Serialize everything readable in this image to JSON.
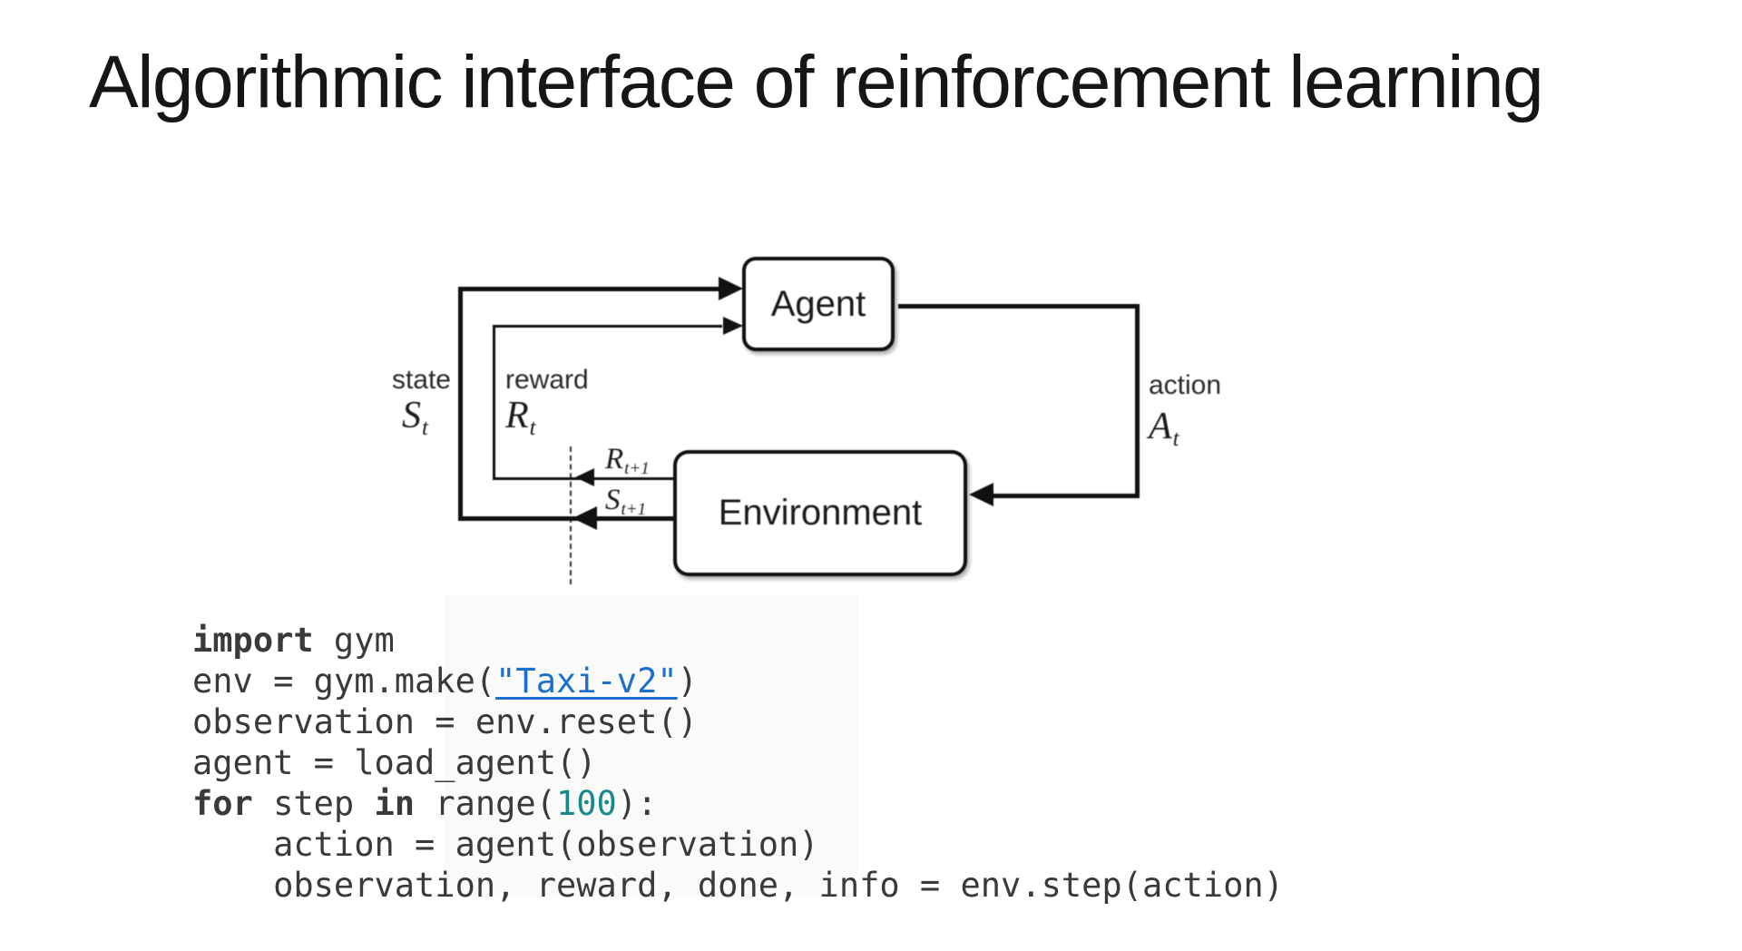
{
  "slide": {
    "title": "Algorithmic interface of reinforcement learning"
  },
  "diagram": {
    "agent_label": "Agent",
    "environment_label": "Environment",
    "labels": {
      "state": "state",
      "reward": "reward",
      "action": "action"
    },
    "symbols": {
      "state": {
        "base": "S",
        "sub": "t"
      },
      "reward": {
        "base": "R",
        "sub": "t"
      },
      "action": {
        "base": "A",
        "sub": "t"
      },
      "next_reward": {
        "base": "R",
        "sub": "t+1"
      },
      "next_state": {
        "base": "S",
        "sub": "t+1"
      }
    }
  },
  "code": {
    "lines": [
      [
        {
          "t": "import",
          "s": "kw"
        },
        {
          "t": " gym",
          "s": "p"
        }
      ],
      [
        {
          "t": "env = gym.make(",
          "s": "p"
        },
        {
          "t": "\"Taxi-v2\"",
          "s": "link"
        },
        {
          "t": ")",
          "s": "p"
        }
      ],
      [
        {
          "t": "observation = env.reset()",
          "s": "p"
        }
      ],
      [
        {
          "t": "agent = load_agent()",
          "s": "p"
        }
      ],
      [
        {
          "t": "for",
          "s": "kw"
        },
        {
          "t": " step ",
          "s": "p"
        },
        {
          "t": "in",
          "s": "kw"
        },
        {
          "t": " range(",
          "s": "p"
        },
        {
          "t": "100",
          "s": "num"
        },
        {
          "t": "):",
          "s": "p"
        }
      ],
      [
        {
          "t": "    action = agent(observation)",
          "s": "p"
        }
      ],
      [
        {
          "t": "    observation, reward, done, info = env.step(action)",
          "s": "p"
        }
      ]
    ]
  },
  "colors": {
    "link_blue": "#1b6fd0",
    "number_teal": "#18898b",
    "code_text": "#3a3a3a",
    "diagram_ink": "#111111"
  }
}
